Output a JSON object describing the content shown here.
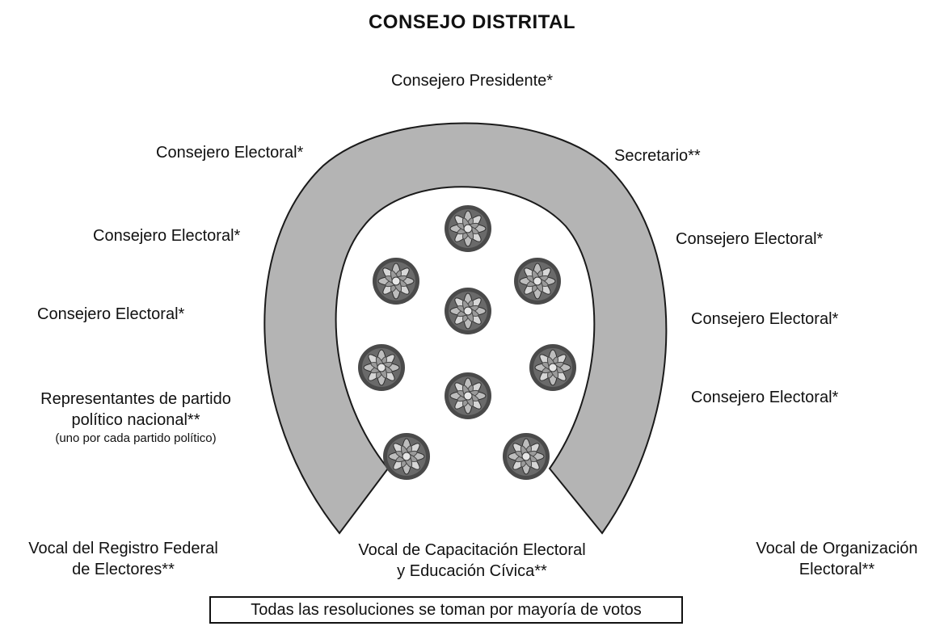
{
  "title": "CONSEJO DISTRITAL",
  "members": {
    "presidente": "Consejero Presidente*",
    "secretario": "Secretario**",
    "consejero_left_1": "Consejero Electoral*",
    "consejero_left_2": "Consejero Electoral*",
    "consejero_left_3": "Consejero Electoral*",
    "consejero_right_1": "Consejero Electoral*",
    "consejero_right_2": "Consejero Electoral*",
    "consejero_right_3": "Consejero Electoral*",
    "representantes_line1": "Representantes de partido",
    "representantes_line2": "político nacional**",
    "representantes_note": "(uno por cada partido político)",
    "vocal_registro_line1": "Vocal del Registro Federal",
    "vocal_registro_line2": "de Electores**",
    "vocal_capacitacion_line1": "Vocal de Capacitación Electoral",
    "vocal_capacitacion_line2": "y Educación Cívica**",
    "vocal_organizacion_line1": "Vocal de Organización",
    "vocal_organizacion_line2": "Electoral**"
  },
  "footer_note": "Todas las resoluciones se toman por mayoría de votos",
  "colors": {
    "table_fill": "#b4b4b4",
    "table_stroke": "#1a1a1a",
    "plant_dark": "#555555",
    "plant_light": "#c9c9c9"
  },
  "plants": {
    "count": 9,
    "icon": "potted-plant-icon"
  }
}
